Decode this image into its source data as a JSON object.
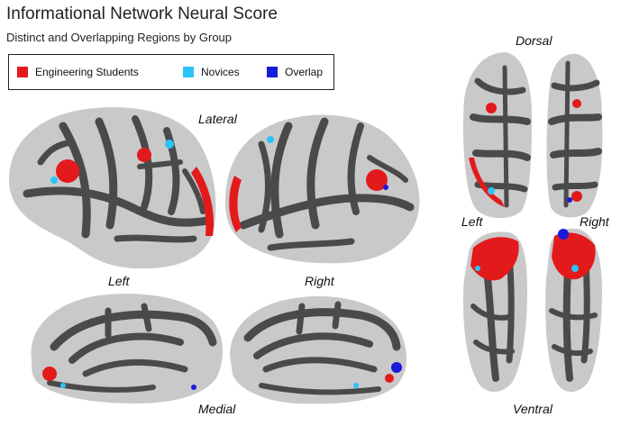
{
  "title": "Informational Network Neural Score",
  "subtitle": "Distinct and Overlapping Regions by Group",
  "legend": [
    {
      "label": "Engineering Students",
      "color": "#e31a1c"
    },
    {
      "label": "Novices",
      "color": "#29c5f6"
    },
    {
      "label": "Overlap",
      "color": "#1a1adb"
    }
  ],
  "views": {
    "lateral": "Lateral",
    "medial": "Medial",
    "dorsal": "Dorsal",
    "ventral": "Ventral",
    "left_main": "Left",
    "right_main": "Right",
    "left_side": "Left",
    "right_side": "Right"
  },
  "colors": {
    "cortex": "#c9c9c9",
    "sulci": "#4a4a4a"
  }
}
